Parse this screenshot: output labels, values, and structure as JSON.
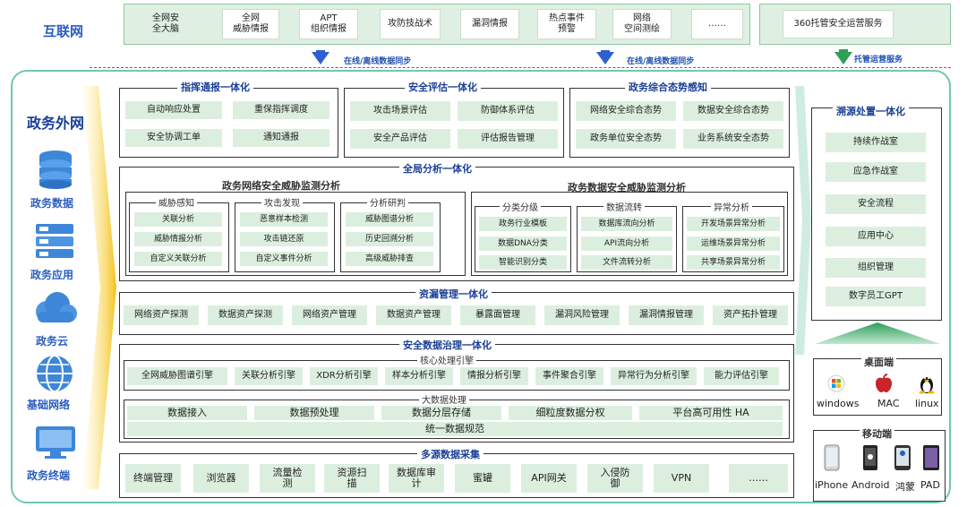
{
  "internet": {
    "label": "互联网",
    "items": [
      "全网安\n全大脑",
      "全网\n威胁情报",
      "APT\n组织情报",
      "攻防技战术",
      "漏洞情报",
      "热点事件\n预警",
      "网络\n空间测绘",
      "……"
    ],
    "service": "360托管安全运营服务"
  },
  "sync": {
    "left": "在线/离线数据同步",
    "mid": "在线/离线数据同步",
    "right": "托管运营服务"
  },
  "gov": {
    "title": "政务外网",
    "nav": [
      "政务数据",
      "政务应用",
      "政务云",
      "基础网络",
      "政务终端"
    ]
  },
  "command": {
    "title": "指挥通报一体化",
    "items": [
      "自动响应处置",
      "重保指挥调度",
      "安全协调工单",
      "通知通报"
    ]
  },
  "assess": {
    "title": "安全评估一体化",
    "items": [
      "攻击场景评估",
      "防御体系评估",
      "安全产品评估",
      "评估报告管理"
    ]
  },
  "situation": {
    "title": "政务综合态势感知",
    "items": [
      "网络安全综合态势",
      "数据安全综合态势",
      "政务单位安全态势",
      "业务系统安全态势"
    ]
  },
  "global": {
    "title": "全局分析一体化",
    "net": {
      "title": "政务网络安全威胁监测分析",
      "groups": [
        {
          "title": "威胁感知",
          "items": [
            "关联分析",
            "威胁情报分析",
            "自定义关联分析"
          ]
        },
        {
          "title": "攻击发现",
          "items": [
            "恶意样本检测",
            "攻击链还原",
            "自定义事件分析"
          ]
        },
        {
          "title": "分析研判",
          "items": [
            "威胁图谱分析",
            "历史回溯分析",
            "高级威胁排查"
          ]
        }
      ]
    },
    "data": {
      "title": "政务数据安全威胁监测分析",
      "groups": [
        {
          "title": "分类分级",
          "items": [
            "政务行业模板",
            "数据DNA分类",
            "智能识别分类"
          ]
        },
        {
          "title": "数据流转",
          "items": [
            "数据库流向分析",
            "API流向分析",
            "文件流转分析"
          ]
        },
        {
          "title": "异常分析",
          "items": [
            "开发场景异常分析",
            "运维场景异常分析",
            "共享场景异常分析"
          ]
        }
      ]
    }
  },
  "vuln": {
    "title": "资漏管理一体化",
    "items": [
      "网络资产探测",
      "数据资产探测",
      "网络资产管理",
      "数据资产管理",
      "暴露面管理",
      "漏洞风险管理",
      "漏洞情报管理",
      "资产拓扑管理"
    ]
  },
  "governance": {
    "title": "安全数据治理一体化",
    "core_title": "核心处理引擎",
    "core": [
      "全网威胁图谱引擎",
      "关联分析引擎",
      "XDR分析引擎",
      "样本分析引擎",
      "情报分析引擎",
      "事件聚合引擎",
      "异常行为分析引擎",
      "能力评估引擎"
    ],
    "bigdata_title": "大数据处理",
    "bigdata": [
      "数据接入",
      "数据预处理",
      "数据分层存储",
      "细粒度数据分权",
      "平台高可用性 HA"
    ],
    "unified": "统一数据规范"
  },
  "collect": {
    "title": "多源数据采集",
    "items": [
      "终端管理",
      "浏览器",
      "流量检\n测",
      "资源扫\n描",
      "数据库审\n计",
      "蜜罐",
      "API网关",
      "入侵防\n御",
      "VPN",
      "……"
    ]
  },
  "trace": {
    "title": "溯源处置一体化",
    "items": [
      "持续作战室",
      "应急作战室",
      "安全流程",
      "应用中心",
      "组织管理",
      "数字员工GPT"
    ]
  },
  "desktop": {
    "title": "桌面端",
    "items": [
      "windows",
      "MAC",
      "linux"
    ]
  },
  "mobile": {
    "title": "移动端",
    "items": [
      "iPhone",
      "Android",
      "鸿蒙",
      "PAD"
    ]
  },
  "colors": {
    "accent": "#1a3f96",
    "green_fill": "#dcefdf",
    "border": "#333333",
    "arrow_blue": "#2f5fd0",
    "arrow_green": "#2e9e5a"
  }
}
